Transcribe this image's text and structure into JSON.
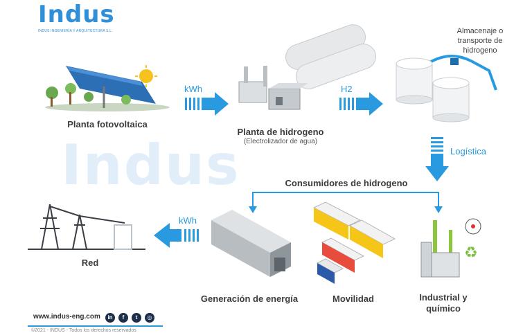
{
  "logo": {
    "wordmark": "Indus",
    "tagline": "INDUS INGENIERÍA Y ARQUITECTURA S.L."
  },
  "watermark": "Indus",
  "nodes": {
    "solar": "Planta fotovoltaica",
    "hydrogen_plant": "Planta de hidrogeno",
    "hydrogen_plant_sub": "(Electrolizador de agua)",
    "storage_line1": "Almacenaje o",
    "storage_line2": "transporte de",
    "storage_line3": "hidrogeno",
    "consumers": "Consumidores de hidrogeno",
    "grid": "Red",
    "energy": "Generación de energía",
    "mobility": "Movilidad",
    "industry_line1": "Industrial y",
    "industry_line2": "químico"
  },
  "flows": {
    "kwh_top": "kWh",
    "h2": "H2",
    "logistics": "Logística",
    "kwh_bottom": "kWh"
  },
  "footer": {
    "website": "www.indus-eng.com",
    "social": [
      {
        "icon": "linkedin-icon",
        "glyph": "in"
      },
      {
        "icon": "facebook-icon",
        "glyph": "f"
      },
      {
        "icon": "twitter-icon",
        "glyph": "t"
      },
      {
        "icon": "instagram-icon",
        "glyph": "◎"
      }
    ],
    "copyright": "©2021 - INDUS - Todos los derechos reservados"
  },
  "colors": {
    "accent": "#2a9ae0",
    "brand": "#2f8fd8",
    "navy": "#1d2f4a"
  }
}
